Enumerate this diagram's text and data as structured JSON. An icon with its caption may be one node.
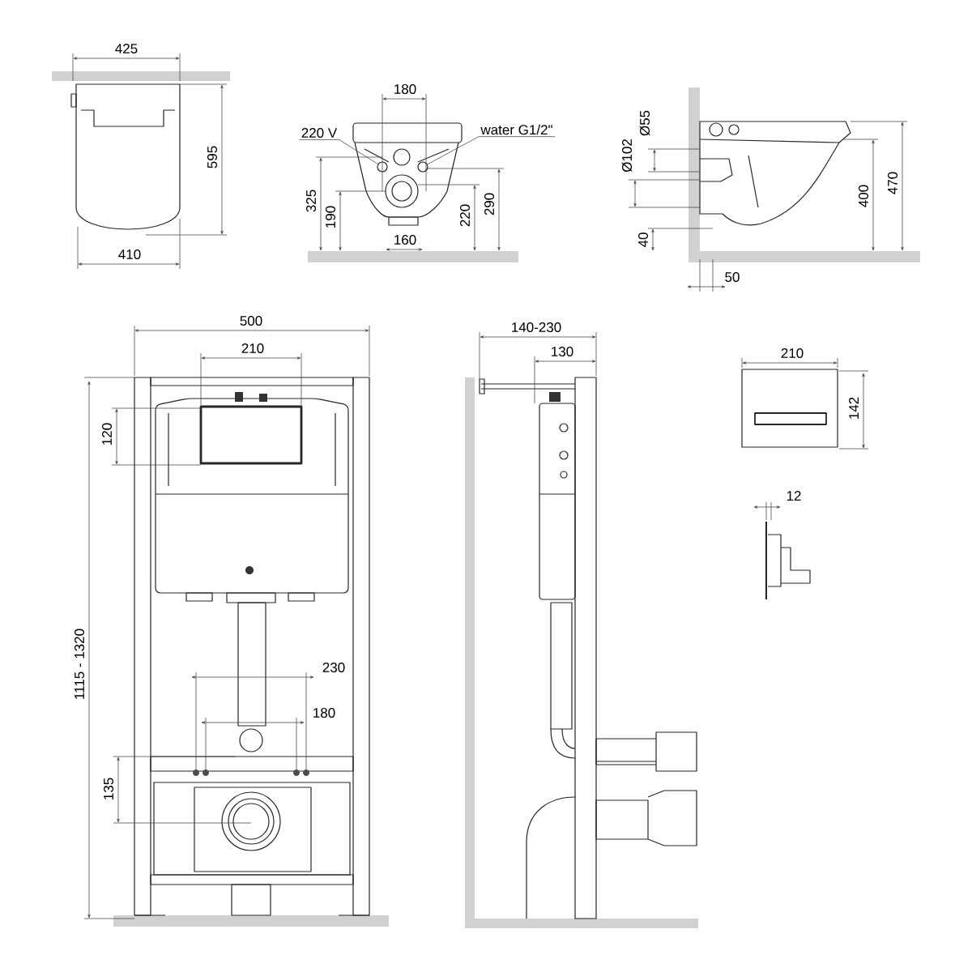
{
  "diagram": {
    "nodes": [
      {
        "text": [
          "220 V"
        ]
      },
      {
        "text": [
          "water G1/2\""
        ]
      },
      {
        "text": [],
        "shape": "circle"
      },
      {
        "text": [],
        "shape": "circle"
      }
    ],
    "edges": [
      {
        "from": 0,
        "to": 2,
        "arrow": "none"
      },
      {
        "from": 1,
        "to": 3,
        "arrow": "none"
      }
    ],
    "labels": [
      "425",
      "180",
      "Ø55",
      "Ø102",
      "595",
      "325",
      "190",
      "220",
      "290",
      "400",
      "470",
      "40",
      "160",
      "410",
      "50",
      "500",
      "140-230",
      "210",
      "130",
      "210",
      "142",
      "120",
      "12",
      "1115 - 1320",
      "230",
      "180",
      "135"
    ]
  }
}
